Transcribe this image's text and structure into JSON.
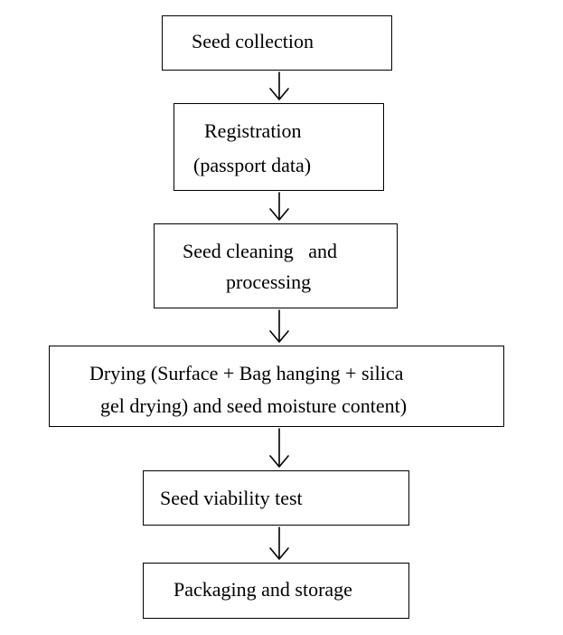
{
  "flowchart": {
    "steps": [
      {
        "lines": [
          "Seed collection"
        ]
      },
      {
        "lines": [
          "Registration",
          "(passport data)"
        ]
      },
      {
        "lines": [
          "Seed cleaning   and",
          "processing"
        ]
      },
      {
        "lines": [
          "Drying (Surface + Bag hanging + silica",
          "gel drying) and seed moisture content)"
        ]
      },
      {
        "lines": [
          "Seed viability test"
        ]
      },
      {
        "lines": [
          "Packaging and storage"
        ]
      }
    ]
  }
}
